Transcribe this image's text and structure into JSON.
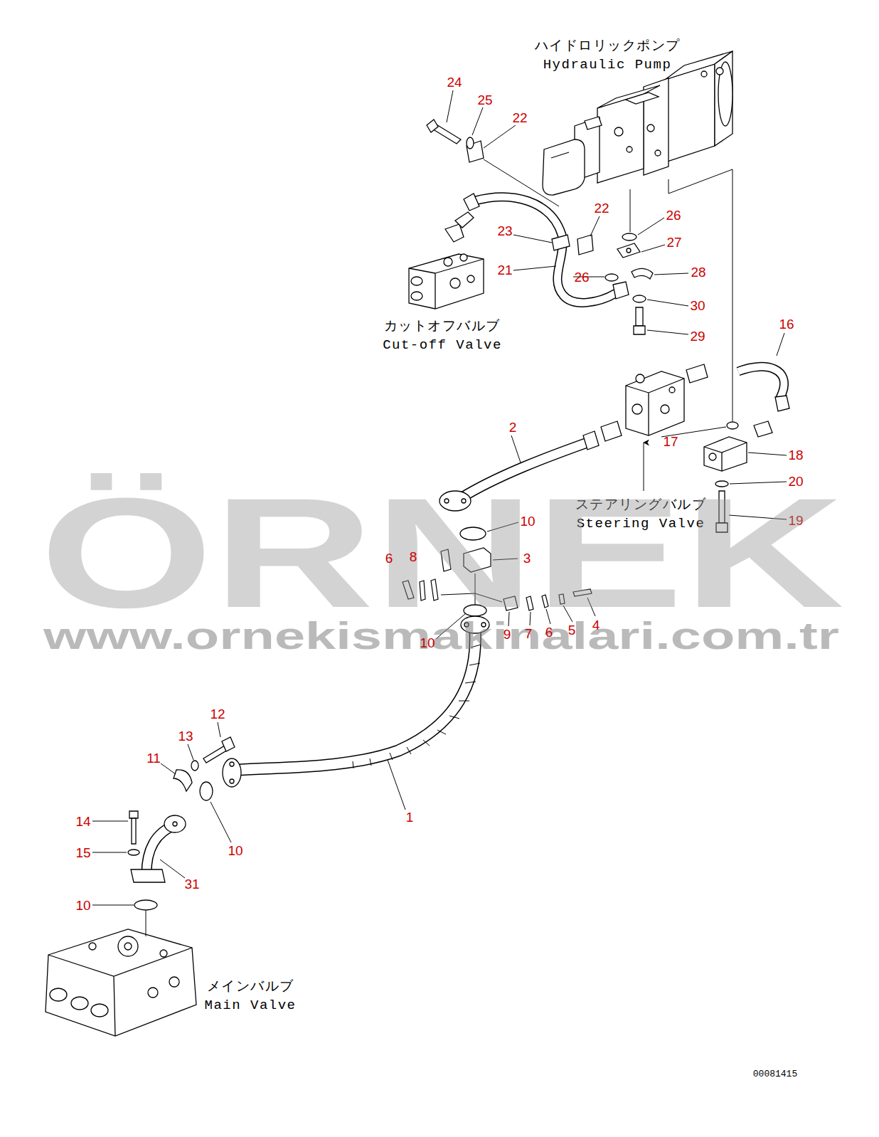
{
  "diagram": {
    "nodes": [
      {
        "text": [
          "ハイドロリックポンプ",
          "Hydraulic Pump"
        ]
      },
      {
        "text": [
          "カットオフバルブ",
          "Cut-off Valve"
        ]
      },
      {
        "text": [
          "ステアリングバルブ",
          "Steering Valve"
        ]
      },
      {
        "text": [
          "メインバルブ",
          "Main Valve"
        ]
      }
    ],
    "labels": [
      "24",
      "25",
      "22",
      "22",
      "26",
      "23",
      "27",
      "21",
      "26",
      "28",
      "30",
      "29",
      "16",
      "2",
      "17",
      "18",
      "20",
      "19",
      "10",
      "ÖRNEK",
      "6",
      "8",
      "3",
      "www.ornekismakinalari.com.tr",
      "10",
      "9",
      "7",
      "6",
      "5",
      "4",
      "12",
      "13",
      "11",
      "1",
      "14",
      "10",
      "15",
      "31",
      "10",
      "00081415"
    ]
  }
}
